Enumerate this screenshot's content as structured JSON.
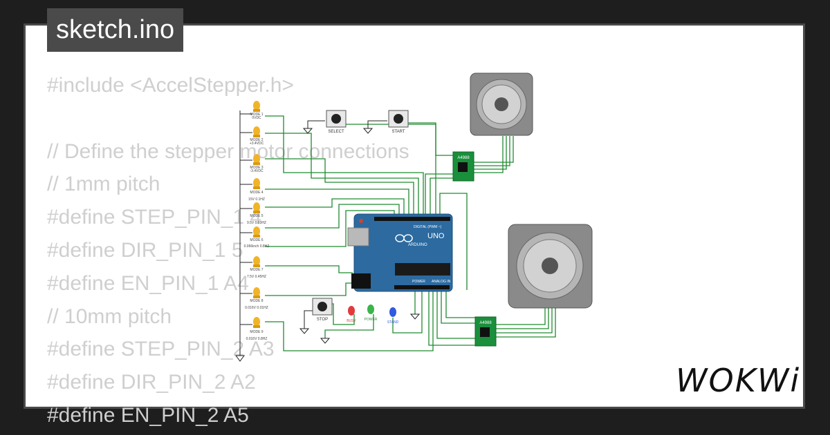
{
  "tab": {
    "title": "sketch.ino"
  },
  "code_lines": [
    "#include <AccelStepper.h>",
    "",
    "// Define the stepper motor connections",
    "// 1mm pitch",
    "#define STEP_PIN_1 4",
    "#define DIR_PIN_1 5",
    "#define EN_PIN_1 A4",
    "// 10mm pitch",
    "#define STEP_PIN_2 A3",
    "#define DIR_PIN_2 A2",
    "#define EN_PIN_2 A5"
  ],
  "brand": {
    "logo_text": "WOKWi"
  },
  "buttons": {
    "select": "SELECT",
    "start": "START",
    "stop": "STOP"
  },
  "drivers": {
    "label": "A4988"
  },
  "arduino": {
    "label": "UNO",
    "brand": "ARDUINO",
    "digital": "DIGITAL (PWM ~)",
    "analog": "ANALOG IN",
    "power": "POWER"
  },
  "leds_bottom": [
    {
      "label": "BUSY",
      "color": "#e23b3b"
    },
    {
      "label": "POWER",
      "color": "#3bb54a"
    },
    {
      "label": "STAND",
      "color": "#2f5be0"
    }
  ],
  "mode_leds": [
    {
      "title": "MODE 1",
      "sub": "0VDC"
    },
    {
      "title": "MODE 2",
      "sub": "+3.4VDC"
    },
    {
      "title": "MODE 3",
      "sub": "-3.4VDC"
    },
    {
      "title": "MODE 4",
      "sub": "15V 0.1HZ"
    },
    {
      "title": "MODE 5",
      "sub": "9.5V 0.03HZ"
    },
    {
      "title": "MODE 6",
      "sub": "0.066inch 0.8HZ"
    },
    {
      "title": "MODE 7",
      "sub": "7.5V 0.45HZ"
    },
    {
      "title": "MODE 8",
      "sub": "0.016V 0.01HZ"
    },
    {
      "title": "MODE 9",
      "sub": "0.016V 0.8HZ"
    }
  ],
  "colors": {
    "wire": "#1f8a2f",
    "background": "#1e1e1e",
    "card": "#ffffff",
    "code_text": "#cfcfcf",
    "tab_bg": "#4a4a4a",
    "board": "#2c6aa0",
    "driver": "#1a8f3c",
    "led_yellow": "#f0b429"
  }
}
